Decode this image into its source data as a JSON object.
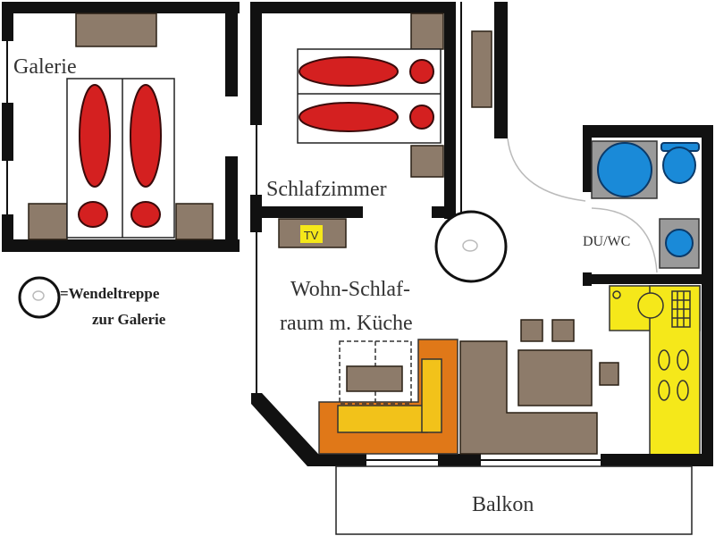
{
  "rooms": {
    "galerie": "Galerie",
    "schlafzimmer": "Schlafzimmer",
    "wohn_line1": "Wohn-Schlaf-",
    "wohn_line2": "raum m. Küche",
    "bathroom": "DU/WC",
    "balcony": "Balkon"
  },
  "furniture": {
    "tv": "TV"
  },
  "legend": {
    "line1": "=Wendeltreppe",
    "line2": "zur Galerie"
  },
  "colors": {
    "wall": "#111111",
    "bed": "#d42020",
    "furniture": "#8d7b6a",
    "sanitary": "#1a8ad8",
    "kitchen": "#f5e81a",
    "sofa": "#e07818"
  }
}
